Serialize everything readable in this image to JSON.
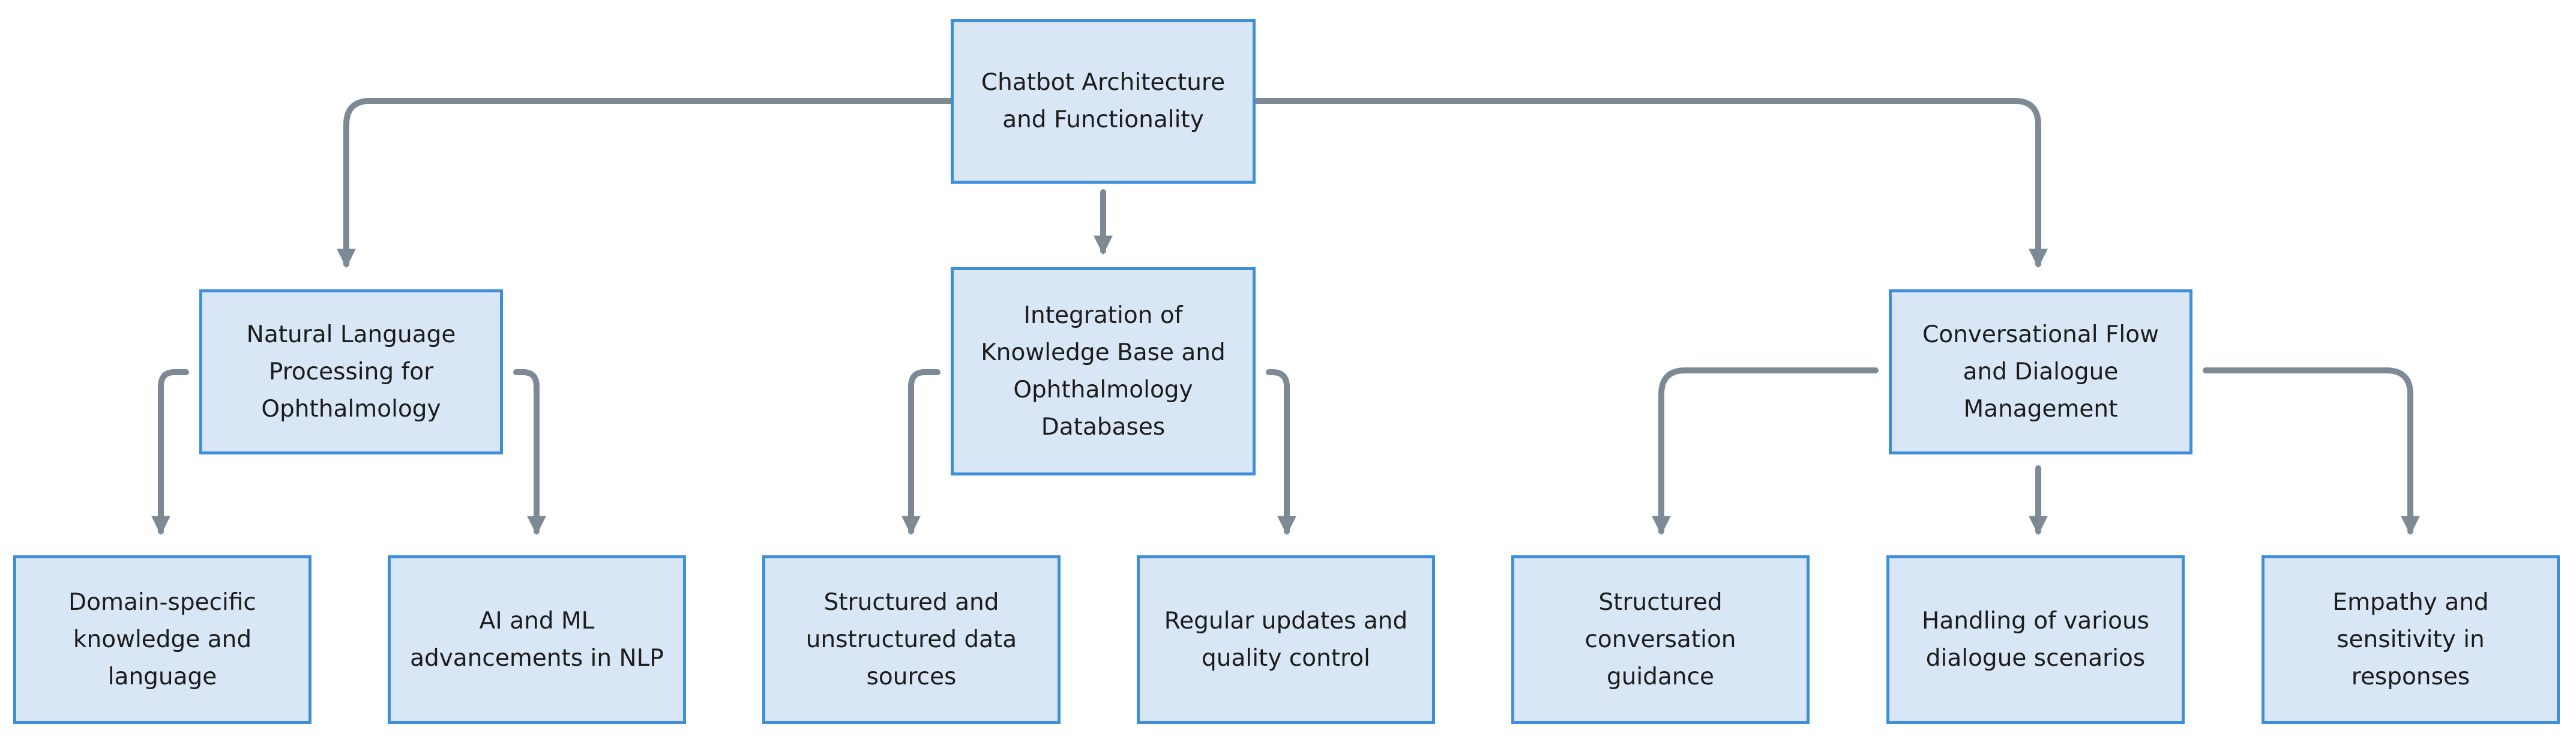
{
  "diagram": {
    "root": {
      "label": "Chatbot Architecture\nand Functionality"
    },
    "branches": [
      {
        "label": "Natural Language\nProcessing for\nOphthalmology",
        "children": [
          {
            "label": "Domain-specific\nknowledge and\nlanguage"
          },
          {
            "label": "AI and ML\nadvancements in NLP"
          }
        ]
      },
      {
        "label": "Integration of\nKnowledge Base and\nOphthalmology\nDatabases",
        "children": [
          {
            "label": "Structured and\nunstructured data\nsources"
          },
          {
            "label": "Regular updates and\nquality control"
          }
        ]
      },
      {
        "label": "Conversational Flow\nand Dialogue\nManagement",
        "children": [
          {
            "label": "Structured\nconversation\nguidance"
          },
          {
            "label": "Handling of various\ndialogue scenarios"
          },
          {
            "label": "Empathy and\nsensitivity in\nresponses"
          }
        ]
      }
    ]
  }
}
